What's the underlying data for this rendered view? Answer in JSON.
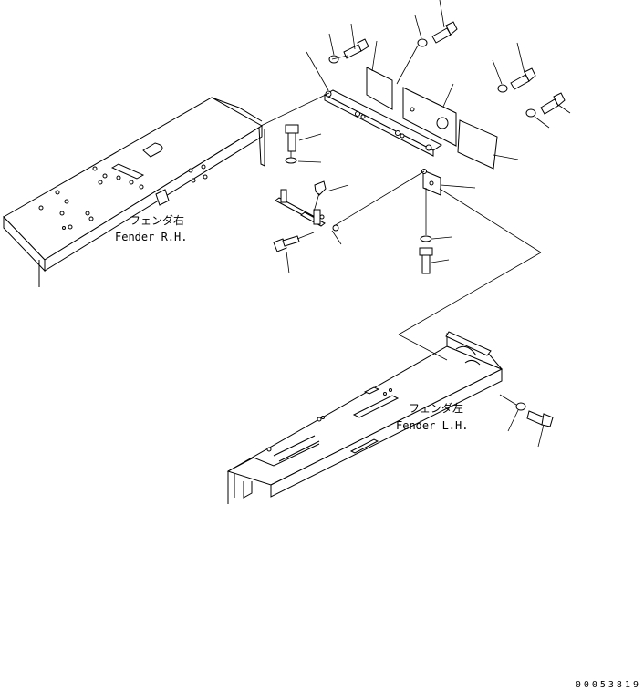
{
  "labels": {
    "fender_rh_jp": "フェンダ右",
    "fender_rh_en": "Fender R.H.",
    "fender_lh_jp": "フェンダ左",
    "fender_lh_en": "Fender L.H."
  },
  "drawing_number": "00053819"
}
